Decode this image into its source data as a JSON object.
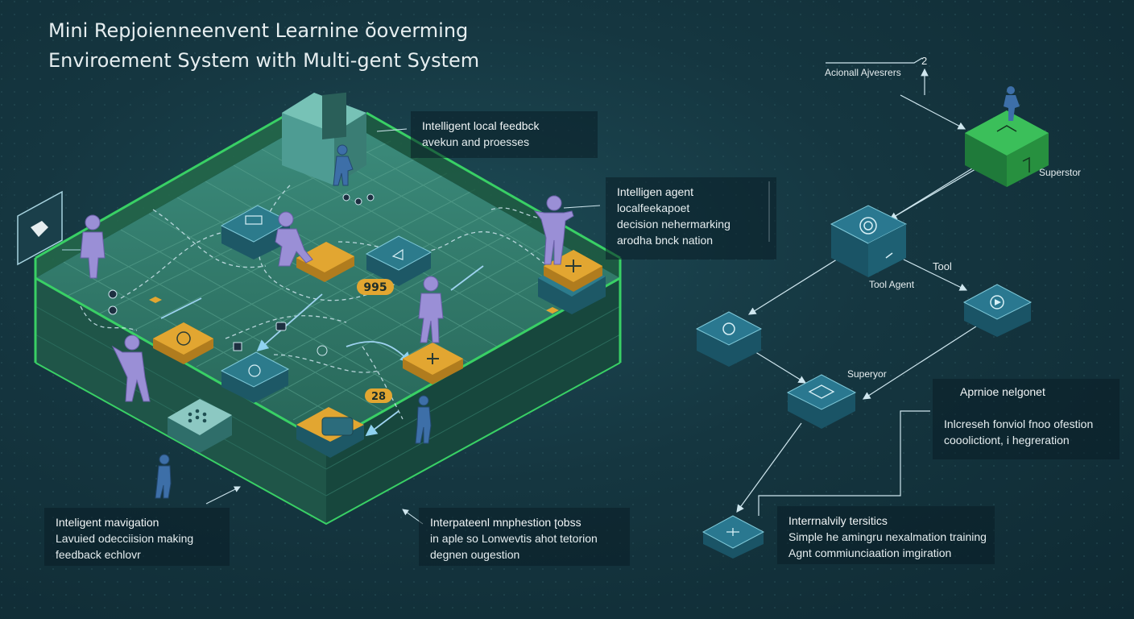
{
  "title": {
    "line1": "Mini Repjoienneenvent Learnine ŏoverming",
    "line2": "Enviroement System with Multi-gent System"
  },
  "grid_numbers": [
    "995",
    "28"
  ],
  "callouts": {
    "local_feedback": {
      "line1": "Intelligent local feedbck",
      "line2": "avekun and proesses"
    },
    "agent": {
      "line1": "Intelligen agent",
      "line2": "localfeekapoet",
      "line3": "decision nehermarking",
      "line4": "arodha bnck nation"
    },
    "navigation": {
      "line1": "Inteligent mavigation",
      "line2": "Lavuied odecciision making",
      "line3": "feedback echlovr"
    },
    "manipulation": {
      "line1": "Interpateenl mnphestion ʈobss",
      "line2": "in aple so Lonwevtis ahot tetorion",
      "line3": "degnen ougestion"
    },
    "alignment": {
      "line1": "Aprnioe nelgonet",
      "line2": "Inlcreseh fonviol fnoo ofestion",
      "line3": "cooolictiont, i hegreration"
    },
    "tactics": {
      "line1": "Interrnalvily tersitics",
      "line2": "Simple he amingru nexalmation training",
      "line3": "Agnt commiunciaation imgiration"
    }
  },
  "network": {
    "top_label": "Acionall Ajvesrers",
    "top_number": "2",
    "supervisor": "Superstor",
    "tool": "Tool",
    "tool_agent": "Tool Agent",
    "superyor": "Superyor"
  },
  "colors": {
    "background": "#153640",
    "grid_surface": "#2f7568",
    "wall_green": "#2fae55",
    "accent_orange": "#e2a631",
    "node_teal": "#26667a",
    "node_green": "#2e9a4a",
    "agent_purple": "#9a8fd6",
    "arrow_blue": "#8fd2f0"
  }
}
